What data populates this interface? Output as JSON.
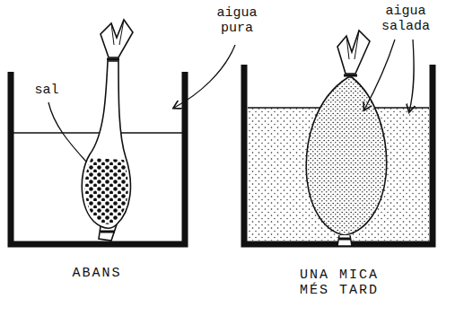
{
  "diagram": {
    "labels": [
      "sal",
      "aigua pura",
      "ABANS",
      "aigua salada",
      "UNA MICA MÉS TARD"
    ]
  }
}
